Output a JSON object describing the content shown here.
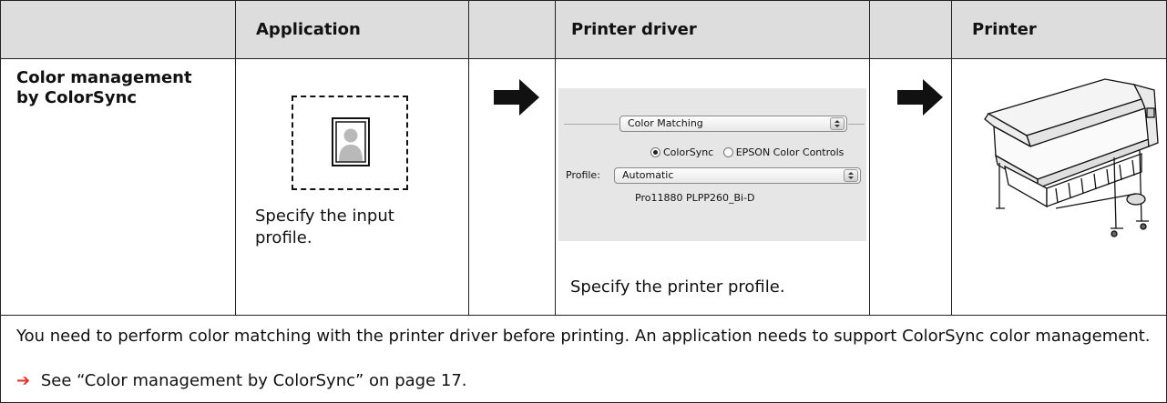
{
  "headers": {
    "col1": "",
    "col2": "Application",
    "col3": "",
    "col4": "Printer driver",
    "col5": "",
    "col6": "Printer"
  },
  "row": {
    "label": "Color management by ColorSync",
    "application_text": "Specify the input profile.",
    "driver_text": "Specify the printer profile.",
    "driver_panel": {
      "popup_label": "Color Matching",
      "radio_colorsync": "ColorSync",
      "radio_epson": "EPSON Color Controls",
      "radio_selected": "ColorSync",
      "profile_label": "Profile:",
      "profile_value": "Automatic",
      "profile_name": "Pro11880 PLPP260_Bi-D"
    }
  },
  "footer": {
    "note": "You need to perform color matching with the printer driver before printing. An application needs to support ColorSync color management.",
    "reference": "See “Color management by ColorSync” on page 17."
  },
  "colors": {
    "header_bg": "#dddddd",
    "arrow_red": "#e3342f",
    "panel_bg": "#e6e6e6"
  },
  "icons": [
    "document-image-icon",
    "right-arrow-icon",
    "printer-icon",
    "link-arrow-icon"
  ]
}
